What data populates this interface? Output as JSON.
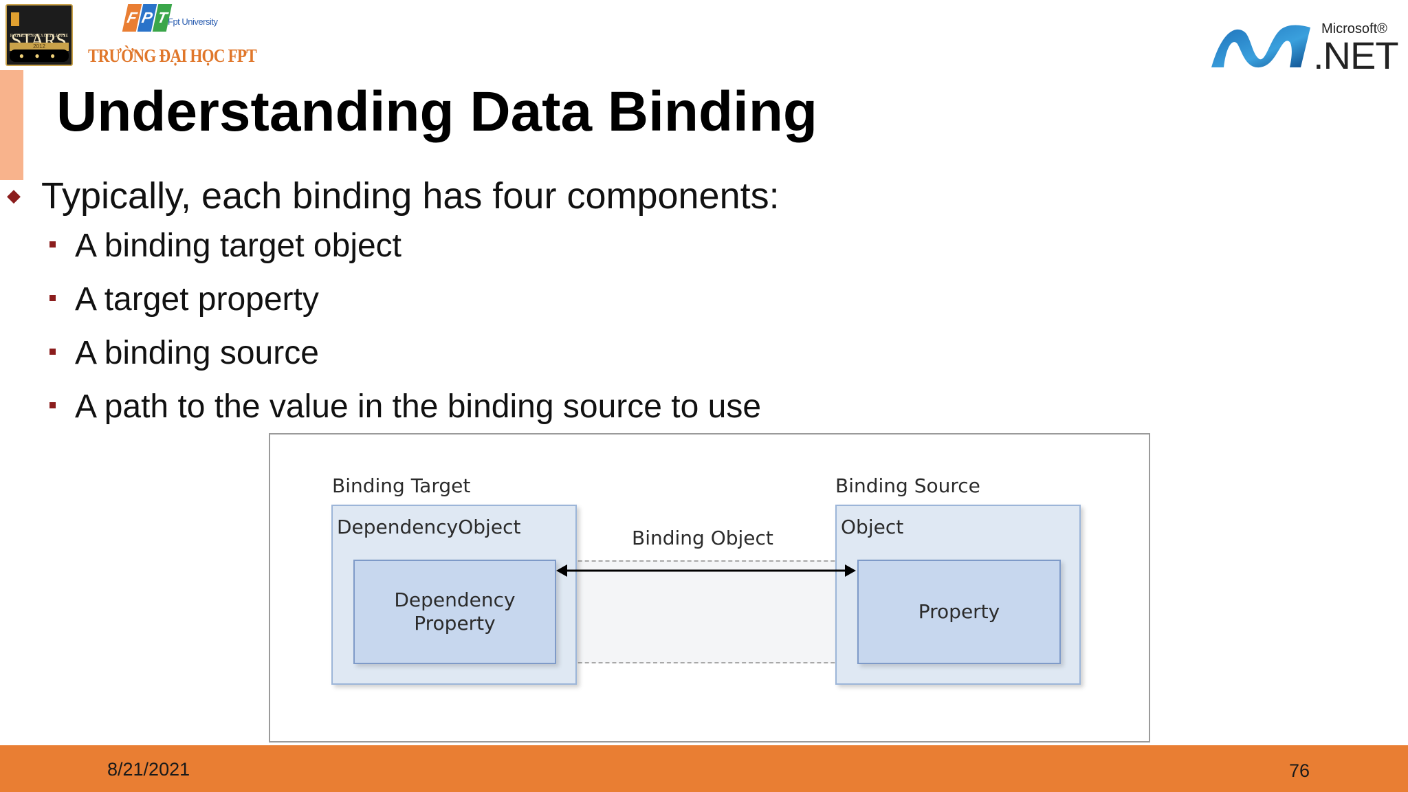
{
  "logos": {
    "stars_word": "STARS",
    "stars_subtitle": "RATED FOR EXCELLENCE",
    "stars_year": "2012",
    "stars_dots": "● ● ●",
    "fpt_letters": [
      "F",
      "P",
      "T"
    ],
    "fpt_university": "Fpt University",
    "school_name": "TRƯỜNG ĐẠI HỌC FPT",
    "microsoft": "Microsoft®",
    "dotnet": ".NET"
  },
  "slide": {
    "title": "Understanding Data Binding",
    "main_point": "Typically, each binding has four components:",
    "sub_points": [
      "A binding target object",
      "A target property",
      "A binding source",
      "A path to the value in the binding source to use"
    ]
  },
  "diagram": {
    "target_label": "Binding Target",
    "target_box_label": "DependencyObject",
    "target_inner": "Dependency Property",
    "middle_label": "Binding Object",
    "source_label": "Binding Source",
    "source_box_label": "Object",
    "source_inner": "Property"
  },
  "footer": {
    "date": "8/21/2021",
    "page_number": "76"
  },
  "colors": {
    "footer": "#e97e33",
    "accent_bar": "#f8b38c",
    "bullet": "#8b1d1d",
    "box_fill": "#dfe8f3",
    "inner_fill": "#c7d7ee",
    "fpt_tiles": [
      "#e97e33",
      "#2a73c9",
      "#3aa64a"
    ]
  }
}
